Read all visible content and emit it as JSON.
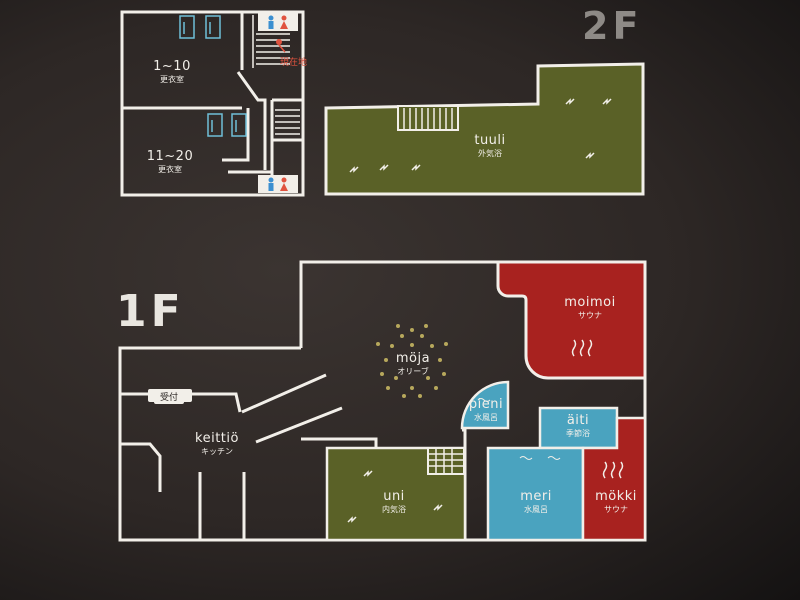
{
  "floors": {
    "second": "2F",
    "first": "1F"
  },
  "second_floor": {
    "locker_a": {
      "label": "1~10",
      "sub": "更衣室"
    },
    "locker_b": {
      "label": "11~20",
      "sub": "更衣室"
    },
    "current_location": "現在地",
    "tuuli": {
      "label": "tuuli",
      "sub": "外気浴"
    }
  },
  "first_floor": {
    "reception": "受付",
    "keittio": {
      "label": "keittiö",
      "sub": "キッチン"
    },
    "moja": {
      "label": "möja",
      "sub": "オリーブ"
    },
    "moimoi": {
      "label": "moimoi",
      "sub": "サウナ"
    },
    "pieni": {
      "label": "pieni",
      "sub": "水風呂"
    },
    "aiti": {
      "label": "äiti",
      "sub": "季節浴"
    },
    "meri": {
      "label": "meri",
      "sub": "水風呂"
    },
    "mokki": {
      "label": "mökki",
      "sub": "サウナ"
    },
    "uni": {
      "label": "uni",
      "sub": "内気浴"
    }
  },
  "colors": {
    "wall": "#f2efe9",
    "outdoor": "#5a6127",
    "sauna": "#a8221f",
    "water": "#4aa3bf",
    "background": "#2b2624"
  }
}
